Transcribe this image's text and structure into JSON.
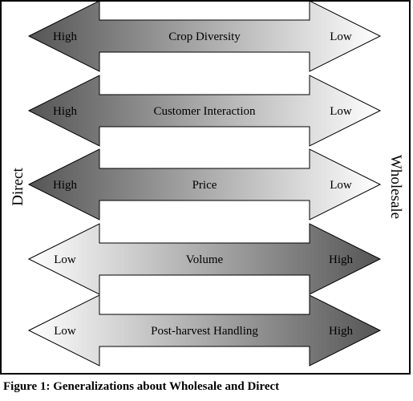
{
  "figure": {
    "side_left_label": "Direct",
    "side_right_label": "Wholesale",
    "caption": "Figure 1: Generalizations about Wholesale and Direct"
  },
  "arrows": [
    {
      "label": "Crop Diversity",
      "left": "High",
      "right": "Low",
      "shade": "left"
    },
    {
      "label": "Customer Interaction",
      "left": "High",
      "right": "Low",
      "shade": "left"
    },
    {
      "label": "Price",
      "left": "High",
      "right": "Low",
      "shade": "left"
    },
    {
      "label": "Volume",
      "left": "Low",
      "right": "High",
      "shade": "right"
    },
    {
      "label": "Post-harvest Handling",
      "left": "Low",
      "right": "High",
      "shade": "right"
    }
  ],
  "colors": {
    "dark": "#555555",
    "light": "#ffffff",
    "outline": "#000000"
  }
}
